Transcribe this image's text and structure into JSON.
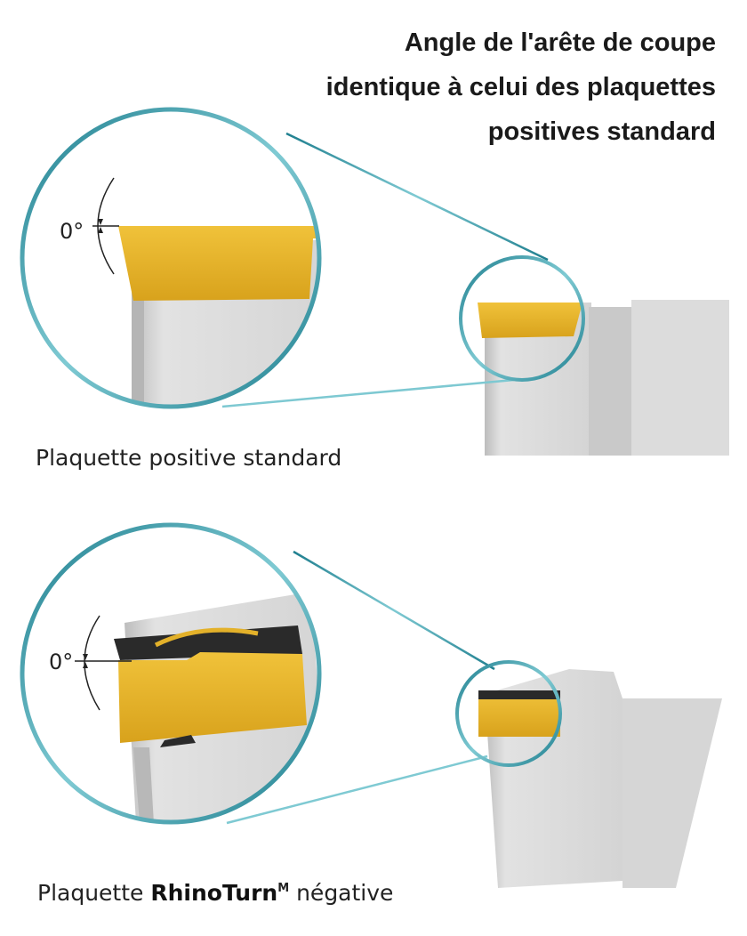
{
  "title": {
    "lines": [
      "Angle de l'arête de coupe",
      "identique à celui des plaquettes",
      "positives standard"
    ]
  },
  "top_panel": {
    "angle_label": "0°",
    "caption": "Plaquette positive standard"
  },
  "bottom_panel": {
    "angle_label": "0°",
    "caption_prefix": "Plaquette ",
    "caption_brand": "RhinoTurn",
    "caption_super": "M",
    "caption_suffix": " négative"
  },
  "colors": {
    "ring": "#2b8c9a",
    "insert": "#e3b12a",
    "tool": "#d9d9d9"
  }
}
